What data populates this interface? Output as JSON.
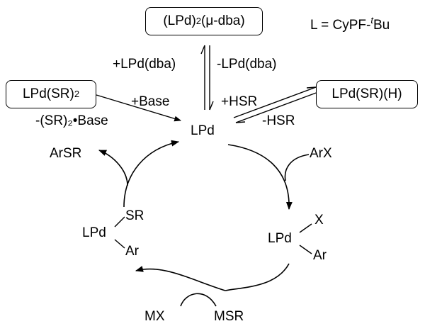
{
  "boxes": {
    "dimer": {
      "pre": "(LPd)",
      "sub": "2",
      "post": "(μ-dba)"
    },
    "thiolate": {
      "pre": "LPd(SR)",
      "sub": "2"
    },
    "hydride": {
      "text": "LPd(SR)(H)"
    }
  },
  "ligand_def": {
    "pre": "L = CyPF-",
    "sup": "t",
    "post": "Bu"
  },
  "arrows": {
    "plus_lpd_dba": "+LPd(dba)",
    "minus_lpd_dba": "-LPd(dba)",
    "plus_base": "+Base",
    "minus_sr2_base": "-(SR)₂•Base",
    "plus_hsr": "+HSR",
    "minus_hsr": "-HSR"
  },
  "cycle": {
    "center": "LPd",
    "arx": "ArX",
    "arsr": "ArSR",
    "right_lpd": "LPd",
    "right_x": "X",
    "right_ar": "Ar",
    "left_lpd": "LPd",
    "left_sr": "SR",
    "left_ar": "Ar",
    "mx": "MX",
    "msr": "MSR"
  }
}
